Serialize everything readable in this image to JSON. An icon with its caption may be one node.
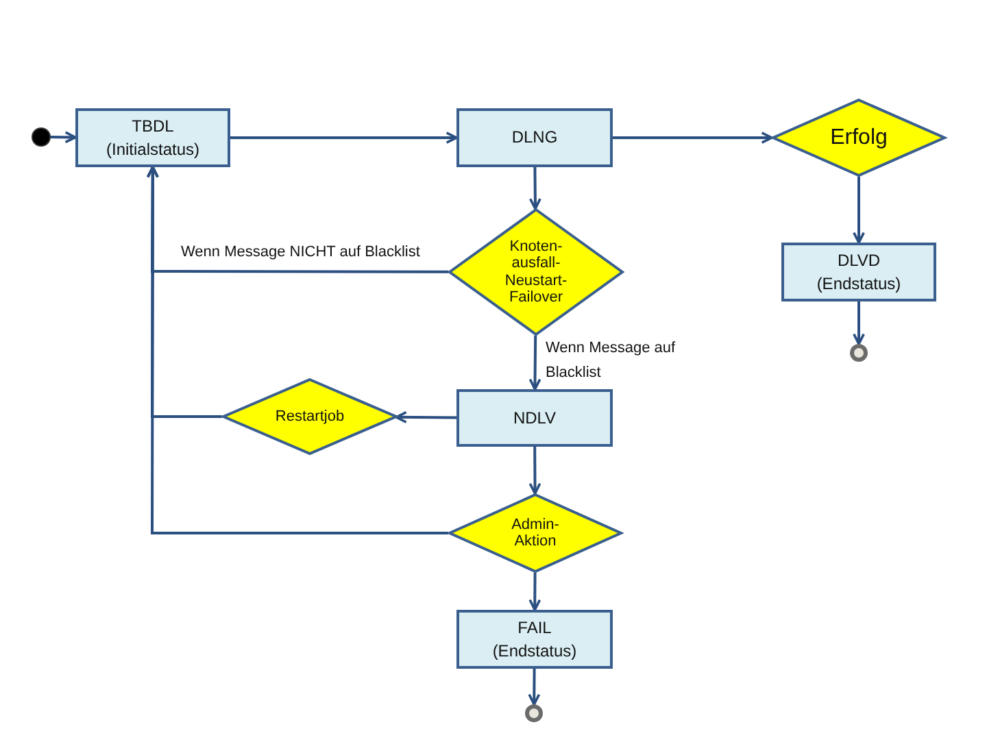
{
  "diagram": {
    "nodes": [
      {
        "text": [],
        "shape": "circle"
      },
      {
        "text": [
          "TBDL",
          "(Initialstatus)"
        ]
      },
      {
        "text": [
          "DLNG"
        ]
      },
      {
        "text": [
          "Erfolg"
        ]
      },
      {
        "text": [
          "Knoten- ausfall- Neustart- Failover"
        ]
      },
      {
        "text": [
          "DLVD",
          "(Endstatus)"
        ]
      },
      {
        "text": [],
        "shape": "circle"
      },
      {
        "text": [
          "Restartjob"
        ]
      },
      {
        "text": [
          "NDLV"
        ]
      },
      {
        "text": [
          "Admin- Aktion"
        ]
      },
      {
        "text": [
          "FAIL",
          "(Endstatus)"
        ]
      },
      {
        "text": [],
        "shape": "circle"
      }
    ],
    "edges": [
      {
        "from": 0,
        "to": 1,
        "arrow": "to"
      },
      {
        "from": 1,
        "to": 2,
        "arrow": "to"
      },
      {
        "from": 2,
        "to": 3,
        "arrow": "to"
      },
      {
        "from": 2,
        "to": 4,
        "arrow": "to"
      },
      {
        "from": 3,
        "to": 5,
        "arrow": "to"
      },
      {
        "from": 5,
        "to": 6,
        "arrow": "to"
      },
      {
        "from": 4,
        "to": 1,
        "arrow": "to",
        "label": "Wenn Message NICHT auf Blacklist"
      },
      {
        "from": 4,
        "to": 8,
        "arrow": "to",
        "label": "Wenn Message auf Blacklist"
      },
      {
        "from": 8,
        "to": 7,
        "arrow": "to"
      },
      {
        "from": 7,
        "to": 1,
        "arrow": "to"
      },
      {
        "from": 8,
        "to": 9,
        "arrow": "to"
      },
      {
        "from": 9,
        "to": 1,
        "arrow": "to"
      },
      {
        "from": 9,
        "to": 10,
        "arrow": "to"
      },
      {
        "from": 10,
        "to": 11,
        "arrow": "to"
      }
    ]
  }
}
